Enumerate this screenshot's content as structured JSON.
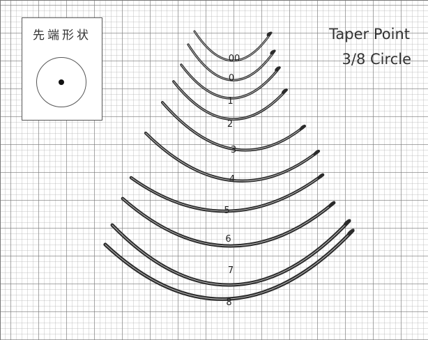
{
  "tip_shape_label": "先端形状",
  "title": {
    "point_type": "Taper Point",
    "curvature": "3/8 Circle"
  },
  "needle_sizes": [
    "00",
    "0",
    "1",
    "2",
    "3",
    "4",
    "5",
    "6",
    "7",
    "8"
  ],
  "colors": {
    "needle": "#2b2b2b",
    "needle_highlight": "#bdbdbd",
    "grid": "#8a8a8a"
  }
}
